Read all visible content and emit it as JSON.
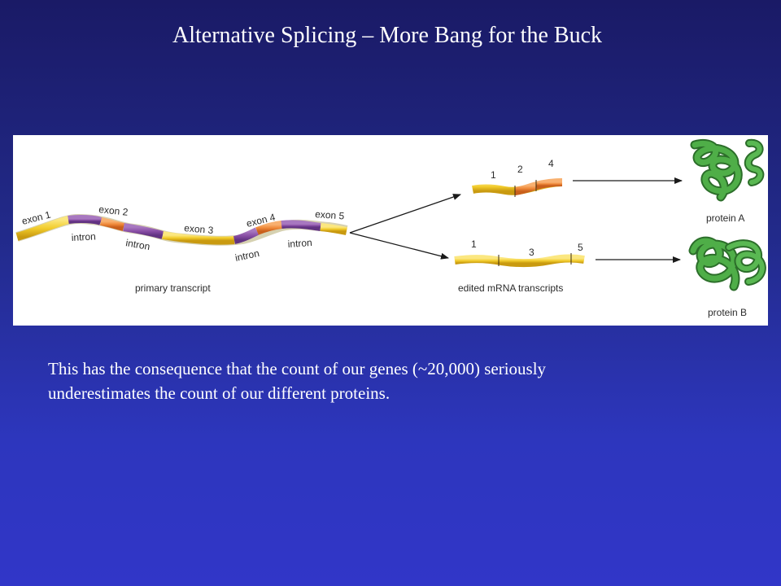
{
  "slide": {
    "title": "Alternative Splicing – More Bang for the Buck",
    "body_lines": [
      "This has the consequence that the count of our genes (~20,000) seriously",
      "underestimates the count of our different proteins."
    ]
  },
  "diagram": {
    "primary_labels": {
      "exon1": "exon 1",
      "exon2": "exon 2",
      "exon3": "exon 3",
      "exon4": "exon 4",
      "exon5": "exon 5",
      "intron_a": "intron",
      "intron_b": "intron",
      "intron_c": "intron",
      "intron_d": "intron"
    },
    "primary_caption": "primary transcript",
    "mrna_top_labels": [
      "1",
      "2",
      "4"
    ],
    "mrna_bottom_labels": [
      "1",
      "3",
      "5"
    ],
    "mrna_caption": "edited mRNA transcripts",
    "protein_a": "protein A",
    "protein_b": "protein B",
    "colors": {
      "exon_yellow": "#f2cc2c",
      "exon_orange": "#f08a3a",
      "intron_purple": "#8a4fa6",
      "protein_green": "#3f9a3c",
      "arrow": "#1a1a1a"
    }
  }
}
